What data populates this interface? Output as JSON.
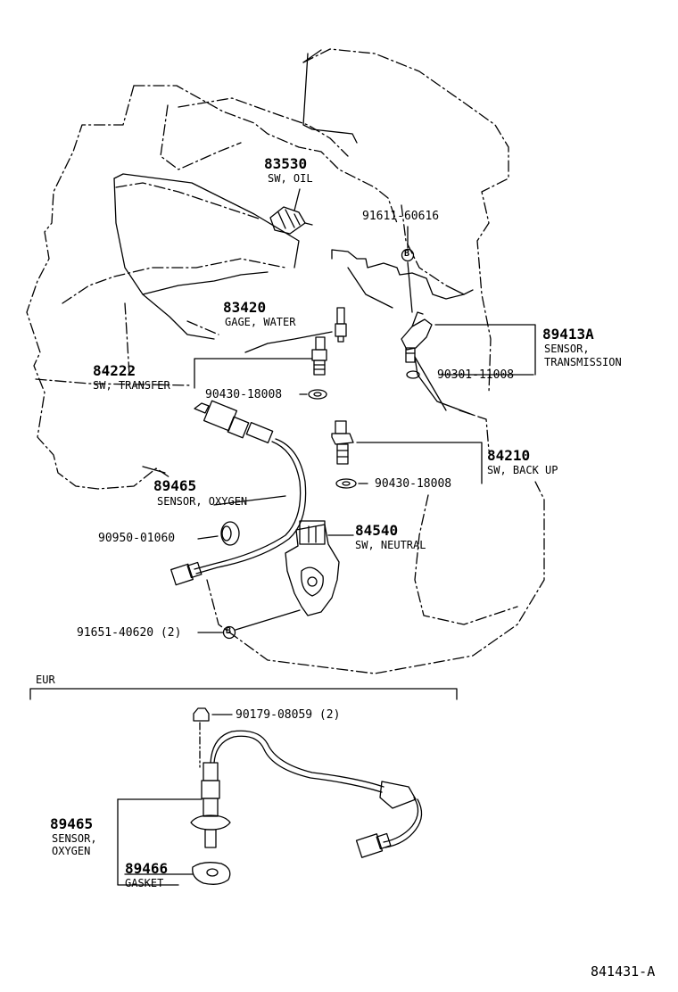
{
  "labels": {
    "p83530": "83530",
    "p83530_desc": "SW, OIL",
    "p91611": "91611-60616",
    "p83420": "83420",
    "p83420_desc": "GAGE, WATER",
    "p89413": "89413A",
    "p89413_desc1": "SENSOR,",
    "p89413_desc2": "TRANSMISSION",
    "p84222": "84222",
    "p84222_desc": "SW, TRANSFER",
    "p90430a": "90430-18008",
    "p90301": "90301-11008",
    "p84210": "84210",
    "p84210_desc": "SW, BACK UP",
    "p90430b": "90430-18008",
    "p89465": "89465",
    "p89465_desc": "SENSOR, OXYGEN",
    "p90950": "90950-01060",
    "p84540": "84540",
    "p84540_desc": "SW, NEUTRAL",
    "p91651": "91651-40620 (2)",
    "eur": "EUR",
    "p90179": "90179-08059 (2)",
    "p89465b": "89465",
    "p89465b_desc1": "SENSOR,",
    "p89465b_desc2": "OXYGEN",
    "p89466": "89466",
    "p89466_desc": "GASKET",
    "diagram_id": "841431-A",
    "bolt_mark": "B"
  }
}
